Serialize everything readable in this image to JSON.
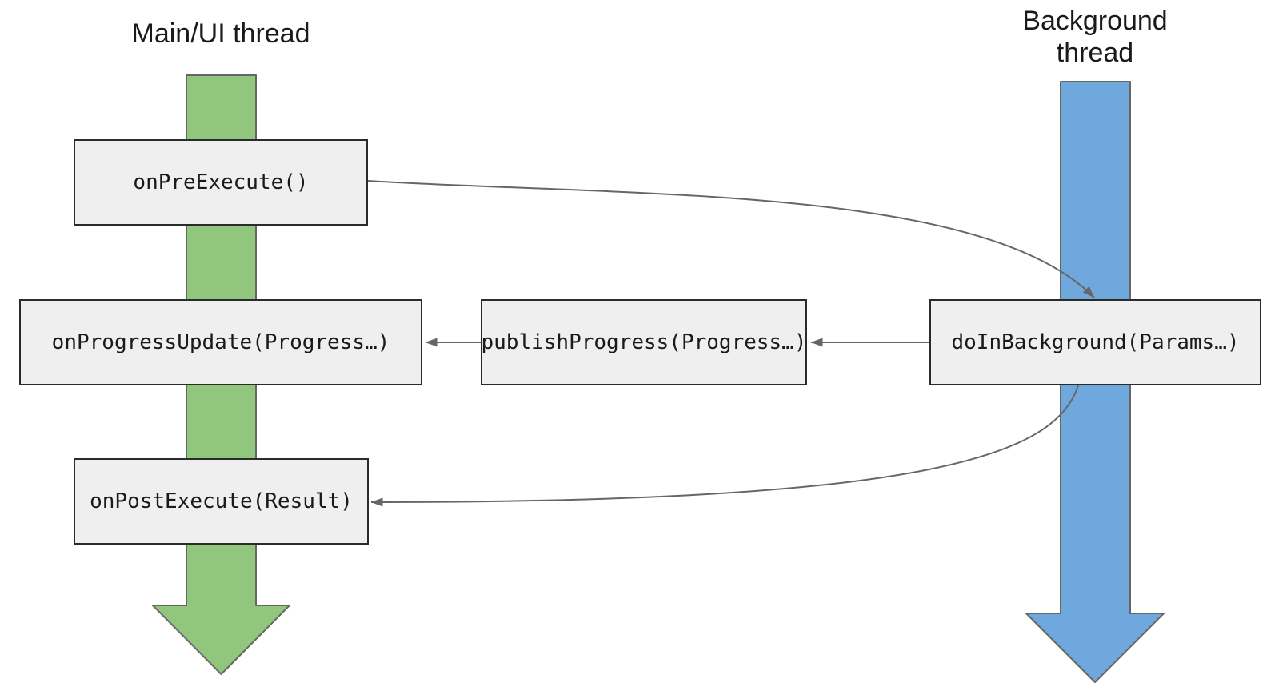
{
  "diagram": {
    "lanes": {
      "main": {
        "title": "Main/UI thread",
        "fill": "#90c77c"
      },
      "background": {
        "title": "Background\nthread",
        "fill": "#6fa8dc"
      }
    },
    "nodes": {
      "onPreExecute": {
        "label": "onPreExecute()",
        "lane": "main"
      },
      "onProgressUpdate": {
        "label": "onProgressUpdate(Progress…)",
        "lane": "main"
      },
      "publishProgress": {
        "label": "publishProgress(Progress…)",
        "lane": "middle"
      },
      "doInBackground": {
        "label": "doInBackground(Params…)",
        "lane": "background"
      },
      "onPostExecute": {
        "label": "onPostExecute(Result)",
        "lane": "main"
      }
    },
    "edges": [
      {
        "from": "onPreExecute",
        "to": "doInBackground",
        "style": "curved"
      },
      {
        "from": "doInBackground",
        "to": "publishProgress",
        "style": "straight"
      },
      {
        "from": "publishProgress",
        "to": "onProgressUpdate",
        "style": "straight"
      },
      {
        "from": "doInBackground",
        "to": "onPostExecute",
        "style": "curved"
      }
    ],
    "colors": {
      "main_thread_fill": "#90c77c",
      "background_thread_fill": "#6fa8dc",
      "node_fill": "#efefef",
      "node_border": "#2b2b2b",
      "connector": "#666666",
      "shape_border": "#666666",
      "text": "#1a1a1a"
    }
  }
}
